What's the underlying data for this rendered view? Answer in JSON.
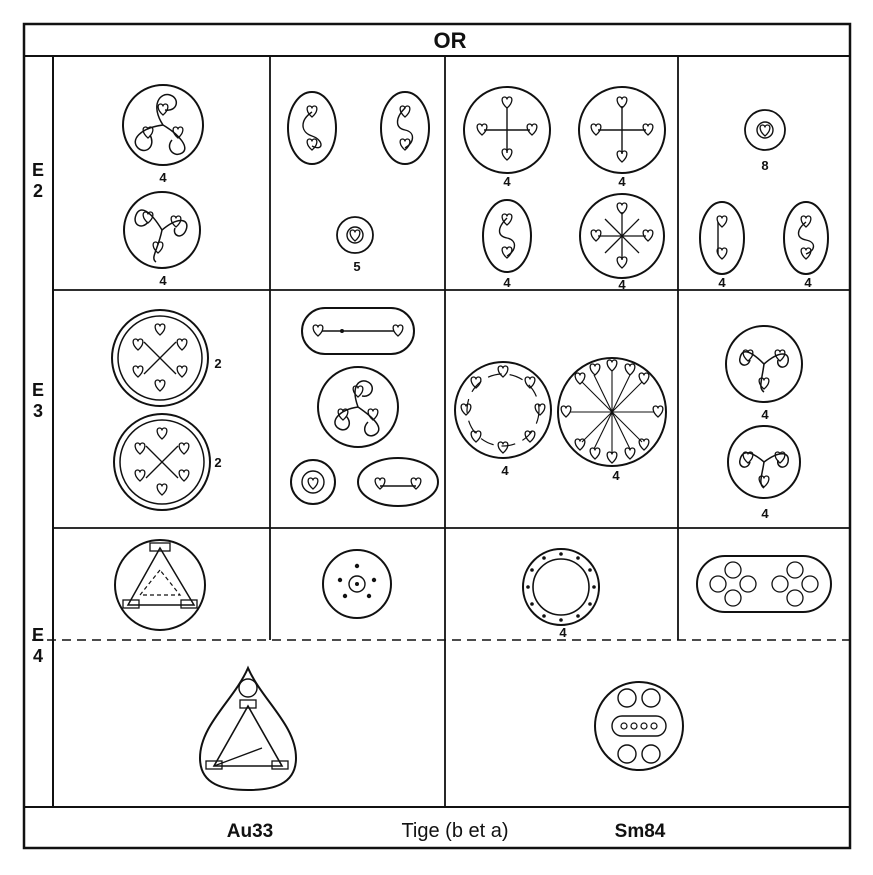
{
  "header": {
    "title": "OR"
  },
  "row_labels": [
    {
      "letter": "E",
      "digit": "2"
    },
    {
      "letter": "E",
      "digit": "3"
    },
    {
      "letter": "E",
      "digit": "4"
    }
  ],
  "footer": {
    "left": "Au33",
    "center": "Tige (b et a)",
    "right": "Sm84"
  },
  "counts": {
    "r1c1a": "4",
    "r1c1b": "4",
    "r1c2": "5",
    "r1c3a": "4",
    "r1c3b": "4",
    "r1c3c": "4",
    "r1c3d": "4",
    "r1c4a": "8",
    "r1c4b": "4",
    "r1c4c": "4",
    "r2c1a": "2",
    "r2c1b": "2",
    "r2c3a": "4",
    "r2c3b": "4",
    "r2c4a": "4",
    "r2c4b": "4",
    "r3c3": "4"
  }
}
